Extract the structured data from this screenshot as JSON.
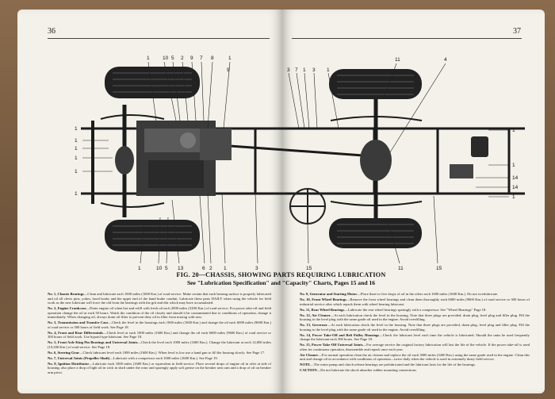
{
  "pages": {
    "left_number": "36",
    "right_number": "37"
  },
  "figure": {
    "caption_line1": "FIG. 20—CHASSIS, SHOWING PARTS REQUIRING LUBRICATION",
    "caption_line2": "See \"Lubrication Specification\" and \"Capacity\" Charts, Pages 15 and 16"
  },
  "callouts": {
    "top": [
      "1",
      "10",
      "5",
      "2",
      "9",
      "7",
      "8",
      "1",
      "9",
      "3",
      "7",
      "1",
      "3",
      "1",
      "11",
      "4"
    ],
    "bottom": [
      "1",
      "10",
      "5",
      "13",
      "6",
      "2",
      "1",
      "3",
      "15",
      "11",
      "15"
    ],
    "left": [
      "1",
      "1",
      "1",
      "1",
      "1",
      "1"
    ],
    "right": [
      "1",
      "1",
      "14",
      "14",
      "1"
    ]
  },
  "notes_left": [
    {
      "title": "No. 1, Chassis Bearings",
      "text": "—Clean and lubricate each 1000 miles (1600 Km.) of road service. Make certain that each bearing surface is properly lubricated and oil all clevis pins, yokes, hood hooks and the upper end of the hand brake conduit. Lubricate these parts DAILY when using the vehicle for field work as the new lubricant will force the old from the bearings with the grit and dirt which may have accumulated."
    },
    {
      "title": "No. 2, Engine Crankcase",
      "text": "—Drain engine oil when hot and refill with fresh oil each 2000 miles (3200 Km.) of road service. For power take-off and field operation change the oil at each 50 hours. Watch the condition of the oil closely and should it be contaminated due to conditions of operation, change it immediately. When changing oil, always drain oil filter to prevent dirty oil in filter from mixing with new."
    },
    {
      "title": "No. 3, Transmission and Transfer Case",
      "text": "—Check the level in the housings each 1000 miles (1600 Km.) and change the oil each 6000 miles (9600 Km.) of road service or 300 hours of field work. See Page 18."
    },
    {
      "title": "No. 4, Front and Rear Differentials",
      "text": "—Check level at each 1000 miles (1600 Km.) and change the oil each 6000 miles (9600 Km.) of road service or 300 hours of field work. Use hypoid type lubricant. See Page 18."
    },
    {
      "title": "No. 5, Front Axle King Pin Bearings and Universal Joints",
      "text": "—Check the level each 1000 miles (1600 Km.). Change the lubricant at each 12,000 miles (19,200 Km.) of road service. See Page 18."
    },
    {
      "title": "No. 6, Steering Gear",
      "text": "—Check lubricant level each 1000 miles (1600 Km.). When level is low use a hand gun to fill the housing slowly. See Page 17."
    },
    {
      "title": "No. 7, Universal Joints (Propeller Shaft)",
      "text": "—Lubricate with a compressor each 1000 miles (1600 Km.). See Page 19."
    },
    {
      "title": "No. 8, Ignition Distributor",
      "text": "—Lubricate each 1000 miles (1600 Km.) or equivalent in field service. Place several drops of engine oil in oiler at side of housing; also place a drop of light oil in wick in shaft under the rotor and sparingly apply soft grease on the breaker arm cam and a drop of oil on breaker arm pivot."
    }
  ],
  "notes_right": [
    {
      "title": "No. 9, Generator and Starting Motor",
      "text": "—Place three to five drops of oil in the oilers each 1000 miles (1600 Km.). Do not overlubricate."
    },
    {
      "title": "No. 10, Front Wheel Bearings",
      "text": "—Remove the front wheel bearings and clean them thoroughly each 6000 miles (9600 Km.) of road service or 300 hours of industrial service after which repack them with wheel bearing lubricant."
    },
    {
      "title": "No. 11, Rear Wheel Bearings",
      "text": "—Lubricate the rear wheel bearings sparingly with a compressor. See \"Wheel Bearings\" Page 18."
    },
    {
      "title": "No. 12, Air Cleaner",
      "text": "—At each lubrication check the level in the housing. Note that three plugs are provided, drain plug, level plug and filler plug. Fill the housing to the level plug with the same grade oil used in the engine. Avoid overfilling."
    },
    {
      "title": "No. 13, Governor",
      "text": "—At each lubrication check the level in the housing. Note that three plugs are provided, drain plug, level plug and filler plug. Fill the housing to the level plug with the same grade oil used in the engine. Avoid overfilling."
    },
    {
      "title": "No. 14, Power Take-Off and Belt Pulley Housings",
      "text": "—Check the lubricant level each time the vehicle is lubricated. Should the units be used frequently change the lubricant each 300 hours. See Page 18."
    },
    {
      "title": "No. 15, Power Take-Off Universal Joints",
      "text": "—For average service the original factory lubrication will last the life of the vehicle. If the power take-off is used often for continuous operation, disassemble and repack once each year."
    },
    {
      "title": "Air Cleaner",
      "text": "—For normal operation clean the air cleaner and replace the oil each 3000 miles (3200 Km.) using the same grade used in the engine. Clean this unit and change oil in accordance with conditions of operation—twice daily when the vehicle is used in extremely dusty field service."
    },
    {
      "title": "NOTE",
      "text": "—The water pump and clutch release bearings are prelubricated and the lubricant lasts for the life of the bearings."
    },
    {
      "title": "CAUTION",
      "text": "—Do not lubricate the shock absorber rubber mounting connections."
    }
  ]
}
